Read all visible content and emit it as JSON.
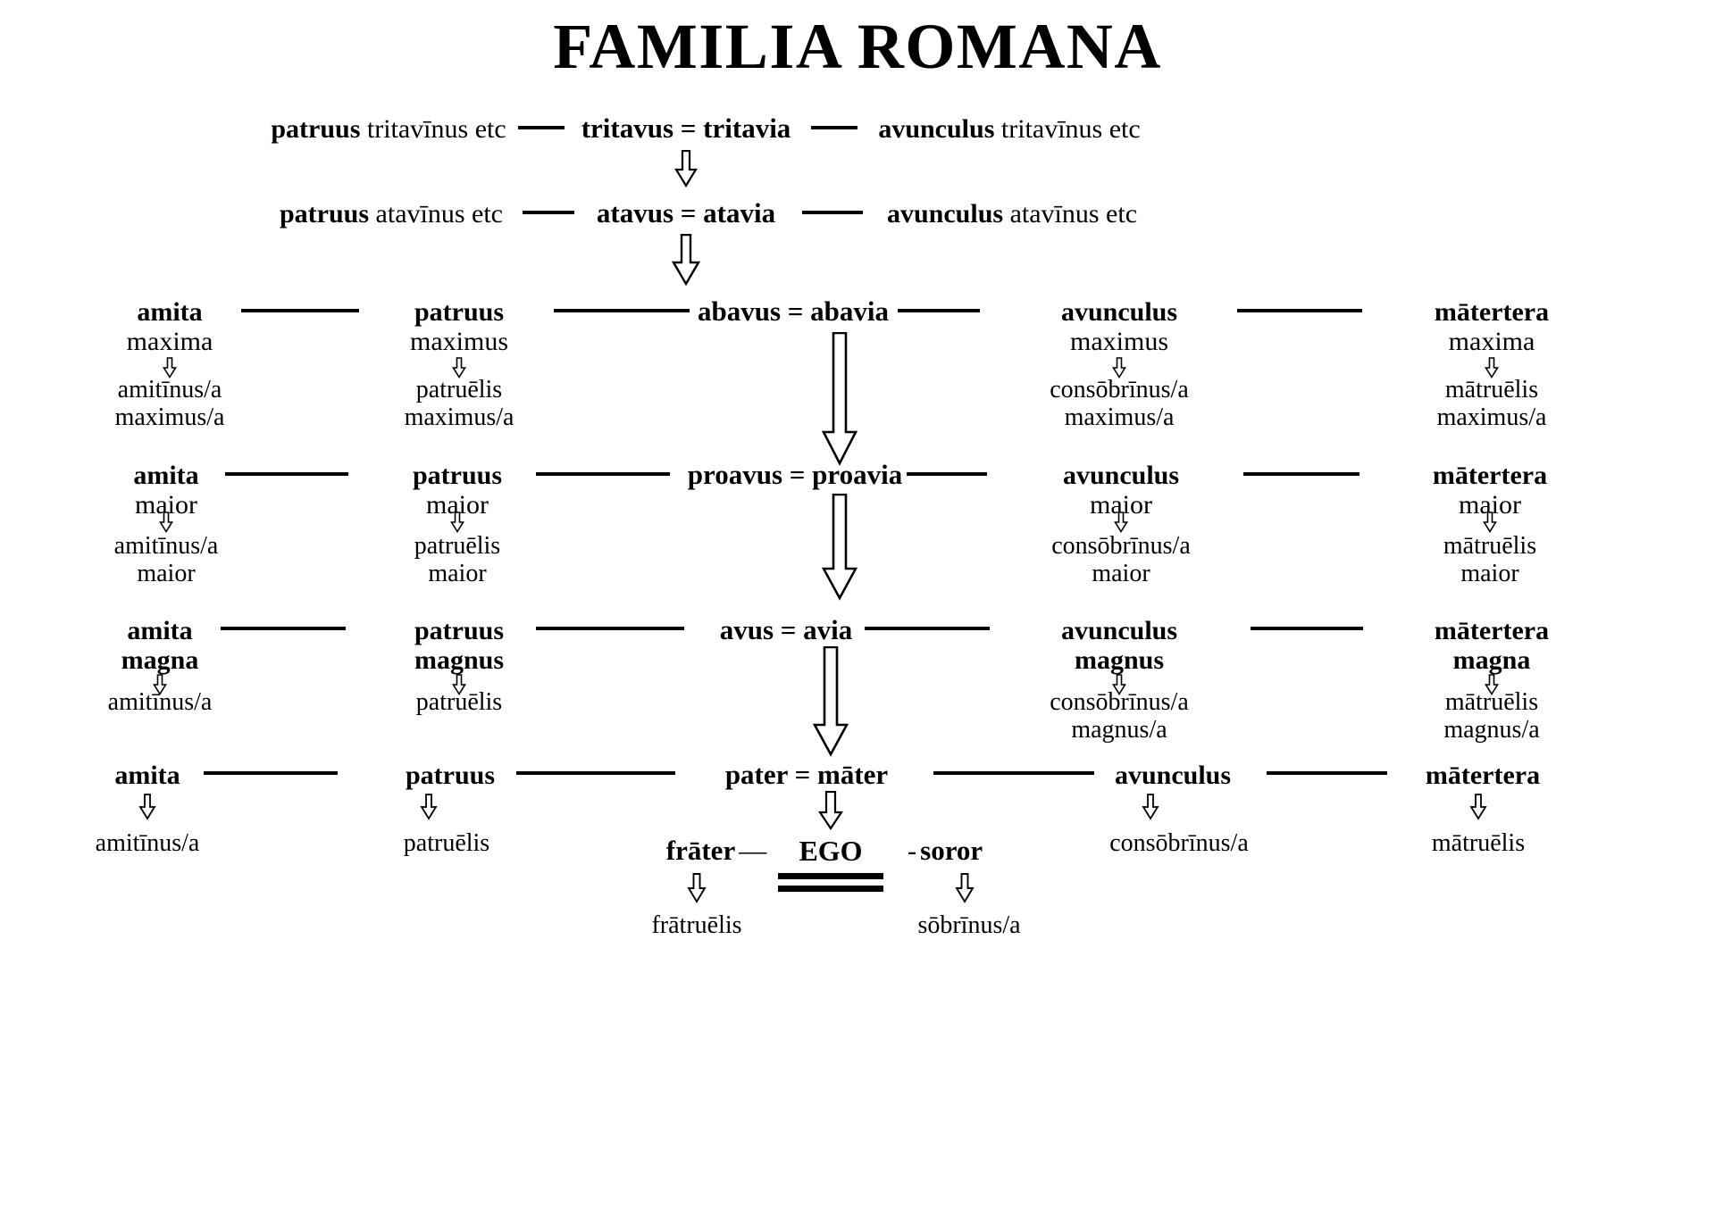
{
  "title": "FAMILIA ROMANA",
  "spine": [
    {
      "id": "tritavus",
      "text": "tritavus = tritavia"
    },
    {
      "id": "atavus",
      "text": "atavus = atavia"
    },
    {
      "id": "abavus",
      "text": "abavus = abavia"
    },
    {
      "id": "proavus",
      "text": "proavus = proavia"
    },
    {
      "id": "avus",
      "text": "avus = avia"
    },
    {
      "id": "pater",
      "text": "pater = māter"
    }
  ],
  "generations": [
    {
      "id": "gen-tritavus",
      "level": 1,
      "left": [
        {
          "id": "patruus-tritavinus",
          "head": "patruus",
          "sub_inline": "tritavīnus etc",
          "descendants": []
        }
      ],
      "right": [
        {
          "id": "avunculus-tritavinus",
          "head": "avunculus",
          "sub_inline": "tritavīnus etc",
          "descendants": []
        }
      ]
    },
    {
      "id": "gen-atavus",
      "level": 2,
      "left": [
        {
          "id": "patruus-atavinus",
          "head": "patruus",
          "sub_inline": "atavīnus etc",
          "descendants": []
        }
      ],
      "right": [
        {
          "id": "avunculus-atavinus",
          "head": "avunculus",
          "sub_inline": "atavīnus etc",
          "descendants": []
        }
      ]
    },
    {
      "id": "gen-abavus",
      "level": 3,
      "left": [
        {
          "id": "amita-maxima",
          "head": "amita",
          "sub": "maxima",
          "descendants": [
            "amitīnus/a",
            "maximus/a"
          ]
        },
        {
          "id": "patruus-maximus",
          "head": "patruus",
          "sub": "maximus",
          "descendants": [
            "patruēlis",
            "maximus/a"
          ]
        }
      ],
      "right": [
        {
          "id": "avunculus-maximus",
          "head": "avunculus",
          "sub": "maximus",
          "descendants": [
            "consōbrīnus/a",
            "maximus/a"
          ]
        },
        {
          "id": "matertera-maxima",
          "head": "mātertera",
          "sub": "maxima",
          "descendants": [
            "mātruēlis",
            "maximus/a"
          ]
        }
      ]
    },
    {
      "id": "gen-proavus",
      "level": 4,
      "left": [
        {
          "id": "amita-maior",
          "head": "amita",
          "sub": "maior",
          "descendants": [
            "amitīnus/a",
            "maior"
          ]
        },
        {
          "id": "patruus-maior",
          "head": "patruus",
          "sub": "maior",
          "descendants": [
            "patruēlis",
            "maior"
          ]
        }
      ],
      "right": [
        {
          "id": "avunculus-maior",
          "head": "avunculus",
          "sub": "maior",
          "descendants": [
            "consōbrīnus/a",
            "maior"
          ]
        },
        {
          "id": "matertera-maior",
          "head": "mātertera",
          "sub": "maior",
          "descendants": [
            "mātruēlis",
            "maior"
          ]
        }
      ]
    },
    {
      "id": "gen-avus",
      "level": 5,
      "left": [
        {
          "id": "amita-magna",
          "head": "amita",
          "sub_bold": "magna",
          "descendants": [
            "amitīnus/a"
          ]
        },
        {
          "id": "patruus-magnus",
          "head": "patruus",
          "sub_bold": "magnus",
          "descendants": [
            "patruēlis"
          ]
        }
      ],
      "right": [
        {
          "id": "avunculus-magnus",
          "head": "avunculus",
          "sub_bold": "magnus",
          "descendants": [
            "consōbrīnus/a",
            "magnus/a"
          ]
        },
        {
          "id": "matertera-magna",
          "head": "mātertera",
          "sub_bold": "magna",
          "descendants": [
            "mātruēlis",
            "magnus/a"
          ]
        }
      ]
    },
    {
      "id": "gen-pater",
      "level": 6,
      "left": [
        {
          "id": "amita",
          "head": "amita",
          "descendants": [
            "amitīnus/a"
          ]
        },
        {
          "id": "patruus",
          "head": "patruus",
          "descendants": [
            "patruēlis"
          ]
        }
      ],
      "right": [
        {
          "id": "avunculus",
          "head": "avunculus",
          "descendants": [
            "consōbrīnus/a"
          ]
        },
        {
          "id": "matertera",
          "head": "mātertera",
          "descendants": [
            "mātruēlis"
          ]
        }
      ]
    }
  ],
  "ego_row": {
    "frater": "frāter",
    "dash_left": "—",
    "ego": "EGO",
    "dash_right": "-",
    "soror": "soror",
    "frater_descendant": "frātruēlis",
    "soror_descendant": "sōbrīnus/a"
  },
  "style": {
    "ink": "#000000",
    "paper": "#ffffff"
  }
}
